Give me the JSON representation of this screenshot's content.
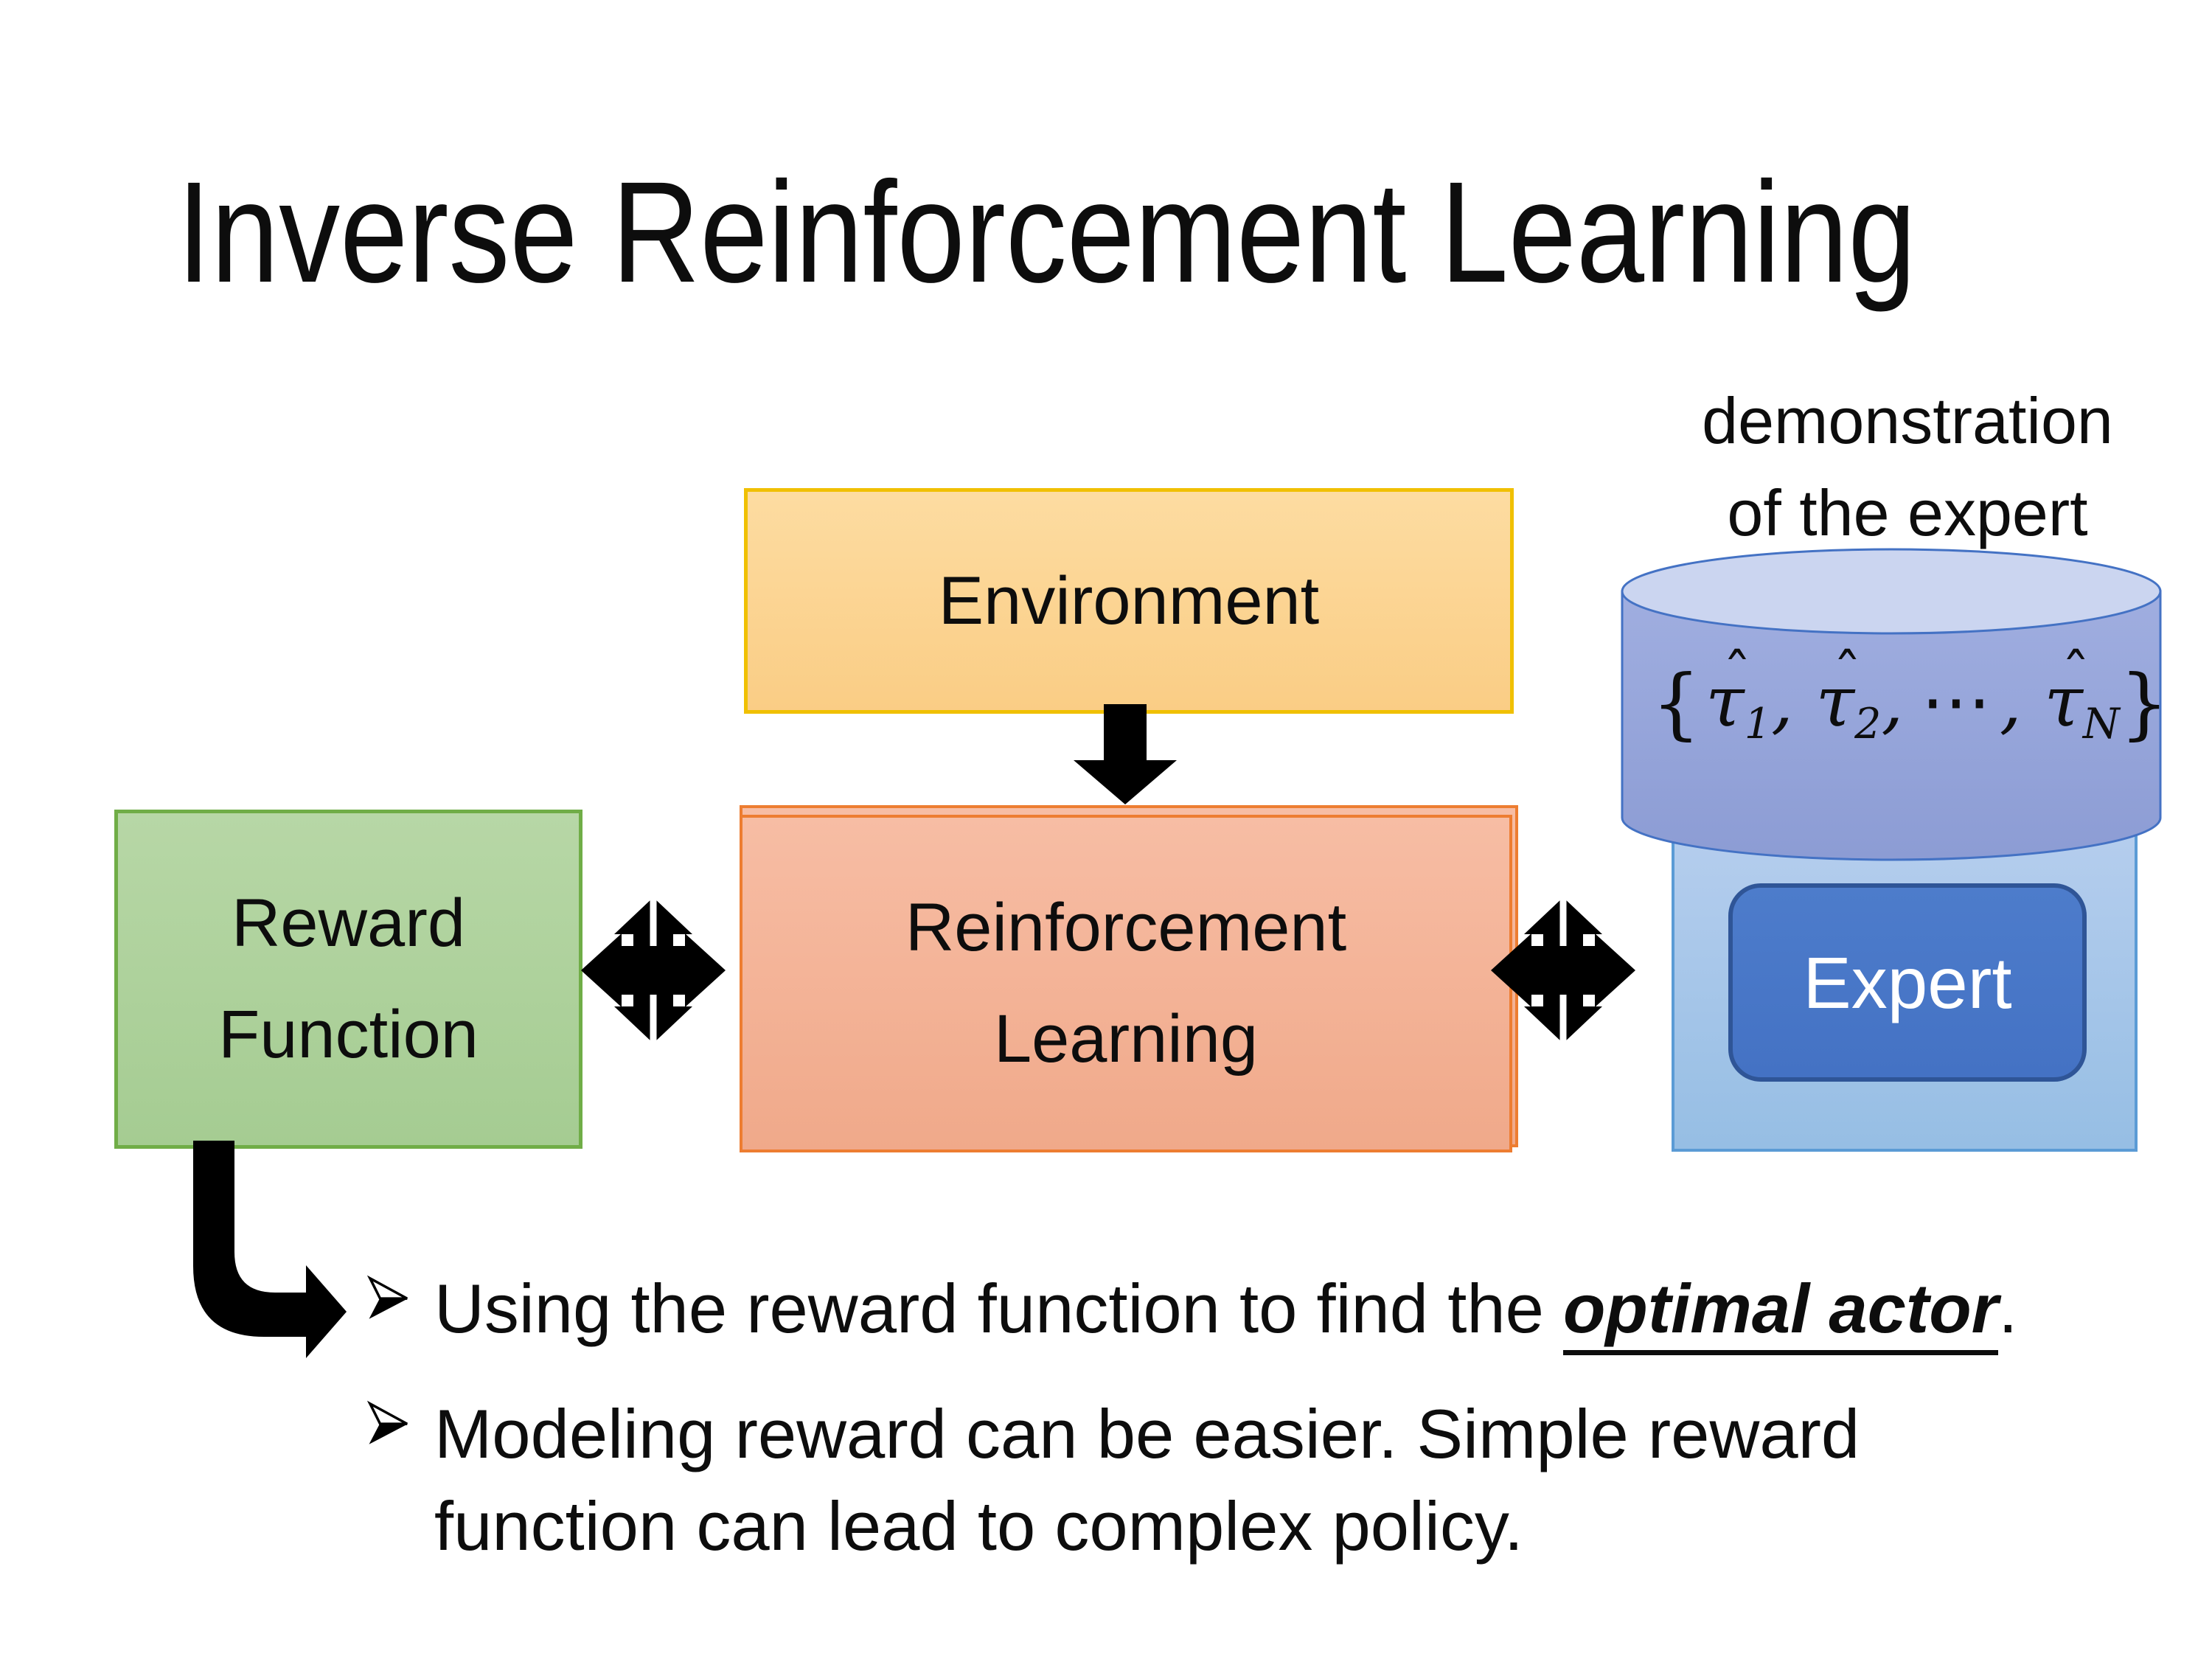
{
  "title": "Inverse Reinforcement Learning",
  "annotation": {
    "line1": "demonstration",
    "line2": "of the expert"
  },
  "boxes": {
    "environment": {
      "label": "Environment"
    },
    "reward": {
      "line1": "Reward",
      "line2": "Function"
    },
    "rl": {
      "line1": "Reinforcement",
      "line2": "Learning"
    },
    "expert": {
      "label": "Expert"
    }
  },
  "formula": {
    "open": "{",
    "close": "}",
    "tau": "τ",
    "hat": "ˆ",
    "sub_1": "1",
    "sub_2": "2",
    "sub_n": "N",
    "separator": ",",
    "dots": "⋯"
  },
  "bullets": {
    "b1_prefix": "Using the reward function to find the ",
    "b1_emphasis": "optimal actor",
    "b1_suffix": ".",
    "b2_line1": "Modeling reward can be easier. Simple reward",
    "b2_line2": "function can lead to complex policy."
  },
  "colors": {
    "ink": "#0d0d0d",
    "arrow": "#000000",
    "env-border": "#f0c002",
    "env-fill-top": "#fddca1",
    "env-fill-bottom": "#facd85",
    "reward-border": "#70ad47",
    "reward-fill-top": "#b7d7a6",
    "reward-fill-bottom": "#a5cc92",
    "rl-border": "#ed7d31",
    "rl-fill-top": "#f7bda4",
    "rl-fill-bottom": "#f0a98a",
    "expert-outer-border": "#5b9bd5",
    "expert-outer-top": "#b6ceee",
    "expert-outer-bottom": "#96bee4",
    "expert-inner-fill": "#4472c4",
    "expert-inner-border": "#2f5597",
    "cyl-stroke": "#4472c4",
    "cyl-body-top": "#a0aee0",
    "cyl-body-bottom": "#8c9cd4",
    "cyl-top-fill": "#cbd5f0"
  }
}
